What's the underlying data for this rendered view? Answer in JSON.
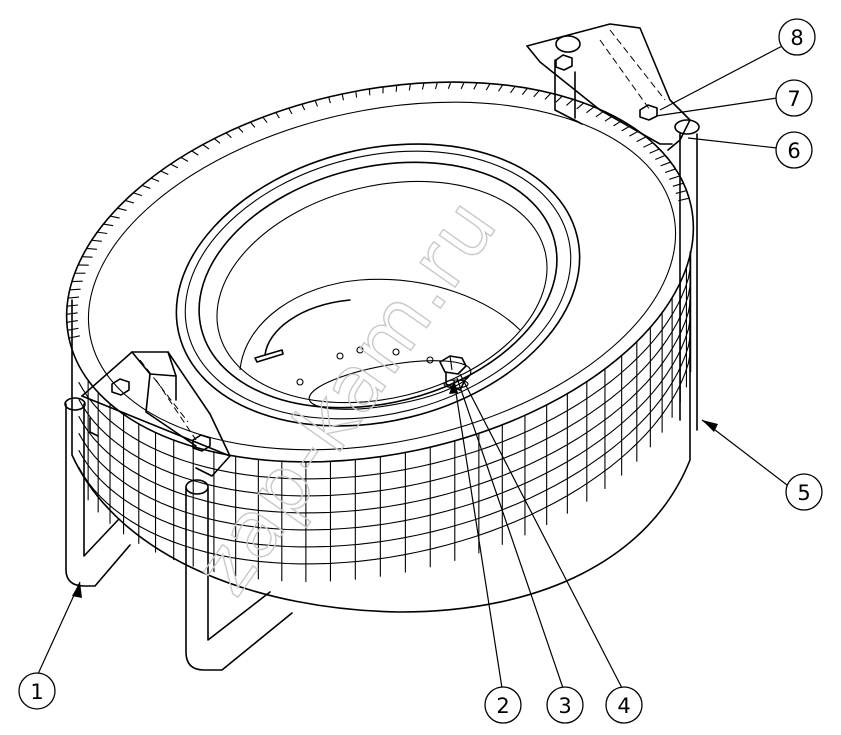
{
  "watermark": "zap-kam.ru",
  "callouts": [
    {
      "number": "1",
      "part": "holder-bracket-left"
    },
    {
      "number": "2",
      "part": "bolt"
    },
    {
      "number": "3",
      "part": "washer"
    },
    {
      "number": "4",
      "part": "nut"
    },
    {
      "number": "5",
      "part": "spare-wheel"
    },
    {
      "number": "6",
      "part": "holder-bracket-right"
    },
    {
      "number": "7",
      "part": "right-bracket-bolt"
    },
    {
      "number": "8",
      "part": "right-bracket-nut"
    }
  ]
}
